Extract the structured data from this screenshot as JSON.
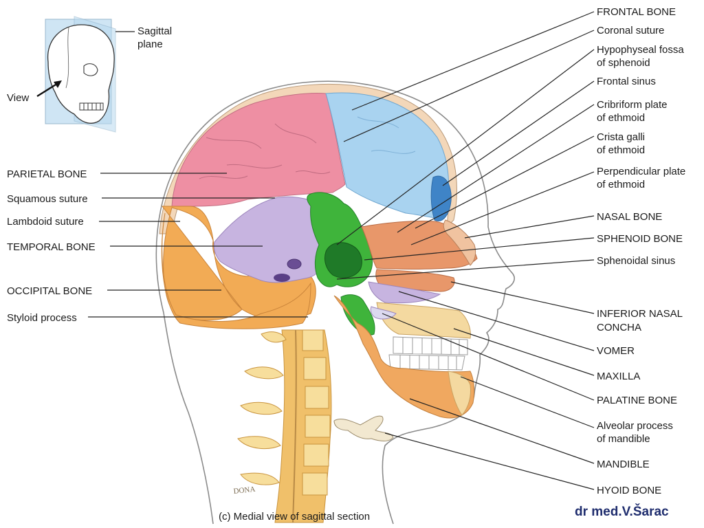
{
  "inset": {
    "plane_label": [
      "Sagittal",
      "plane"
    ],
    "view_label": "View"
  },
  "labels_left": [
    {
      "id": "parietal-bone",
      "lines": [
        "PARIETAL BONE"
      ]
    },
    {
      "id": "squamous-suture",
      "lines": [
        "Squamous suture"
      ]
    },
    {
      "id": "lambdoid-suture",
      "lines": [
        "Lambdoid suture"
      ]
    },
    {
      "id": "temporal-bone",
      "lines": [
        "TEMPORAL BONE"
      ]
    },
    {
      "id": "occipital-bone",
      "lines": [
        "OCCIPITAL BONE"
      ]
    },
    {
      "id": "styloid-process",
      "lines": [
        "Styloid process"
      ]
    }
  ],
  "labels_right": [
    {
      "id": "frontal-bone",
      "lines": [
        "FRONTAL BONE"
      ]
    },
    {
      "id": "coronal-suture",
      "lines": [
        "Coronal suture"
      ]
    },
    {
      "id": "hypophyseal-fossa",
      "lines": [
        "Hypophyseal fossa",
        "of sphenoid"
      ]
    },
    {
      "id": "frontal-sinus",
      "lines": [
        "Frontal sinus"
      ]
    },
    {
      "id": "cribriform-plate",
      "lines": [
        "Cribriform plate",
        "of ethmoid"
      ]
    },
    {
      "id": "crista-galli",
      "lines": [
        "Crista galli",
        "of ethmoid"
      ]
    },
    {
      "id": "perpendicular-plate",
      "lines": [
        "Perpendicular plate",
        "of ethmoid"
      ]
    },
    {
      "id": "nasal-bone",
      "lines": [
        "NASAL BONE"
      ]
    },
    {
      "id": "sphenoid-bone",
      "lines": [
        "SPHENOID BONE"
      ]
    },
    {
      "id": "sphenoidal-sinus",
      "lines": [
        "Sphenoidal sinus"
      ]
    },
    {
      "id": "inferior-nasal-concha",
      "lines": [
        "INFERIOR NASAL",
        "CONCHA"
      ]
    },
    {
      "id": "vomer",
      "lines": [
        "VOMER"
      ]
    },
    {
      "id": "maxilla",
      "lines": [
        "MAXILLA"
      ]
    },
    {
      "id": "palatine-bone",
      "lines": [
        "PALATINE BONE"
      ]
    },
    {
      "id": "alveolar-process",
      "lines": [
        "Alveolar process",
        "of mandible"
      ]
    },
    {
      "id": "mandible",
      "lines": [
        "MANDIBLE"
      ]
    },
    {
      "id": "hyoid-bone",
      "lines": [
        "HYOID BONE"
      ]
    }
  ],
  "caption": "(c) Medial view of sagittal section",
  "credit": "dr med.V.Šarac",
  "colors": {
    "frontal": "#a9d3f0",
    "parietal": "#ee8fa3",
    "temporal": "#c7b4e0",
    "occipital": "#f2ab55",
    "sphenoid": "#3fb43b",
    "ethmoid": "#e8976a",
    "mandible": "#f0a860",
    "vertebra": "#f4d37a",
    "skin": "#ffffff",
    "outline": "#7c7c7c"
  }
}
